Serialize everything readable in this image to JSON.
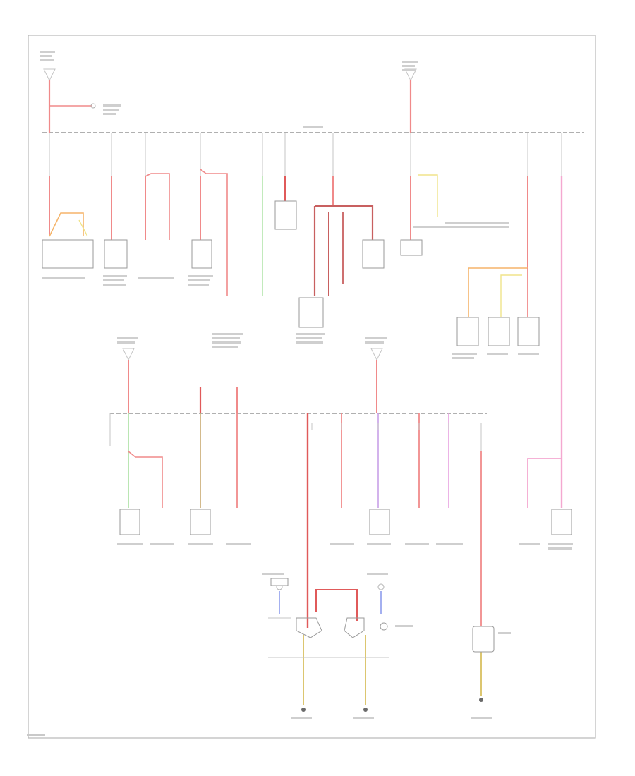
{
  "diagram": {
    "title": "",
    "text_legible": false,
    "colors": {
      "wire_red": "#f08a8a",
      "wire_orange": "#f5b46a",
      "wire_yellow": "#f0e48a",
      "wire_green": "#a8e0a0",
      "wire_pink": "#f4a8d0",
      "wire_violet": "#c8a0e8",
      "wire_blue": "#9aa8ee",
      "bus": "#b0b0b0"
    },
    "components": [
      "comp-1",
      "comp-2",
      "comp-3",
      "comp-4",
      "comp-5",
      "comp-6",
      "comp-7",
      "comp-8",
      "comp-9",
      "comp-10",
      "comp-11",
      "comp-12",
      "comp-13",
      "comp-14",
      "comp-15",
      "comp-16",
      "comp-17",
      "comp-18",
      "comp-19"
    ],
    "grounds": [
      "ground-1",
      "ground-2",
      "ground-3"
    ]
  }
}
